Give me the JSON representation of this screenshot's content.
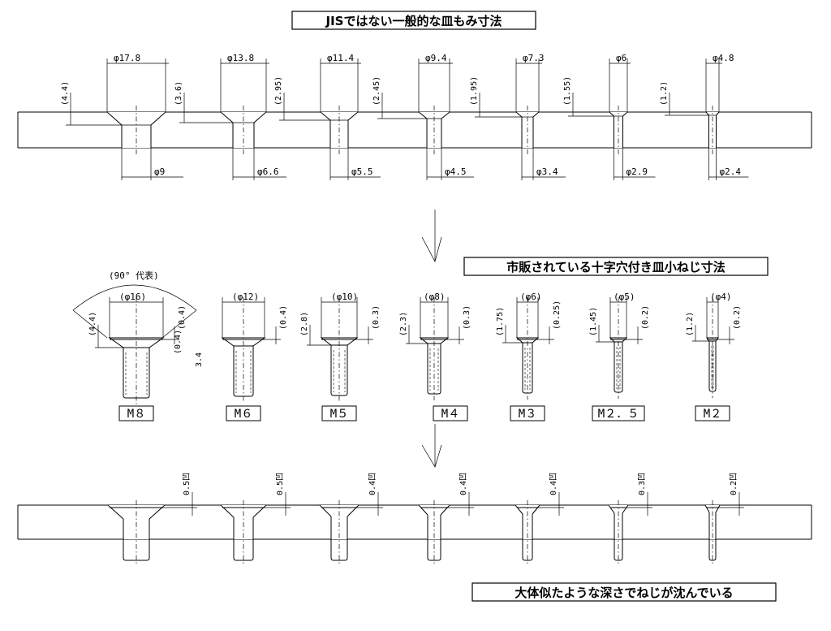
{
  "titles": {
    "top": "JISではない一般的な皿もみ寸法",
    "middle": "市販されている十字穴付き皿小ねじ寸法",
    "bottom": "大体似たような深さでねじが沈んでいる"
  },
  "angle_note": "(90° 代表)",
  "countersinks": [
    {
      "top_dia": "φ17.8",
      "depth": "(4.4)",
      "hole_dia": "φ9"
    },
    {
      "top_dia": "φ13.8",
      "depth": "(3.6)",
      "hole_dia": "φ6.6"
    },
    {
      "top_dia": "φ11.4",
      "depth": "(2.95)",
      "hole_dia": "φ5.5"
    },
    {
      "top_dia": "φ9.4",
      "depth": "(2.45)",
      "hole_dia": "φ4.5"
    },
    {
      "top_dia": "φ7.3",
      "depth": "(1.95)",
      "hole_dia": "φ3.4"
    },
    {
      "top_dia": "φ6",
      "depth": "(1.55)",
      "hole_dia": "φ2.9"
    },
    {
      "top_dia": "φ4.8",
      "depth": "(1.2)",
      "hole_dia": "φ2.4"
    }
  ],
  "screws": [
    {
      "size": "M8",
      "head_dia": "(φ16)",
      "head_h": "(4.4)",
      "edge": "(0.4)",
      "edge2": "(0.4)",
      "sub": "3.4"
    },
    {
      "size": "M6",
      "head_dia": "(φ12)",
      "head_h": "",
      "edge": "(0.4)",
      "edge2": "",
      "sub": ""
    },
    {
      "size": "M5",
      "head_dia": "(φ10)",
      "head_h": "(2.8)",
      "edge": "(0.3)",
      "edge2": "",
      "sub": ""
    },
    {
      "size": "M4",
      "head_dia": "(φ8)",
      "head_h": "(2.3)",
      "edge": "(0.3)",
      "edge2": "",
      "sub": ""
    },
    {
      "size": "M3",
      "head_dia": "(φ6)",
      "head_h": "(1.75)",
      "edge": "(0.25)",
      "edge2": "",
      "sub": ""
    },
    {
      "size": "M2.5",
      "head_dia": "(φ5)",
      "head_h": "(1.45)",
      "edge": "(0.2)",
      "edge2": "",
      "sub": ""
    },
    {
      "size": "M2",
      "head_dia": "(φ4)",
      "head_h": "(1.2)",
      "edge": "(0.2)",
      "edge2": "",
      "sub": ""
    }
  ],
  "screw_labels": [
    "M８",
    "M６",
    "M５",
    "M４",
    "M３",
    "M２．５",
    "M２"
  ],
  "sink_depths": [
    "0.5凹",
    "0.5凹",
    "0.4凹",
    "0.4凹",
    "0.4凹",
    "0.3凹",
    "0.2凹"
  ]
}
